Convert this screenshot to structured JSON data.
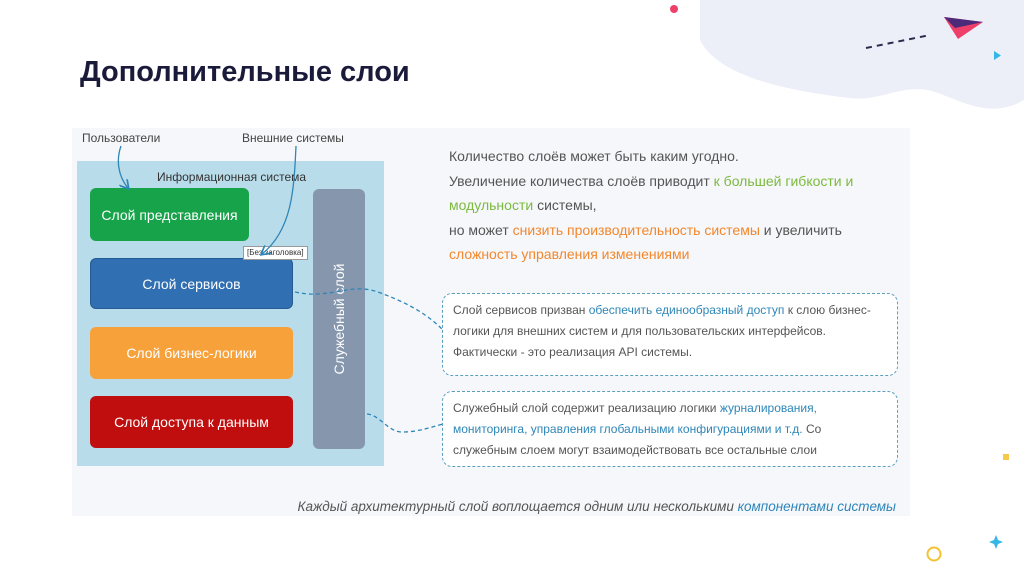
{
  "title": "Дополнительные слои",
  "diagram": {
    "labels": {
      "users": "Пользователи",
      "external_systems": "Внешние системы",
      "info_system": "Информационная система",
      "untitled_tag": "[Без заголовка]"
    },
    "layers": {
      "presentation": "Слой представления",
      "services": "Слой сервисов",
      "business_logic": "Слой бизнес-логики",
      "data_access": "Слой доступа к данным",
      "service_layer": "Служебный слой"
    },
    "colors": {
      "presentation": "#17a34a",
      "services": "#2f6fb2",
      "business_logic": "#f7a13b",
      "data_access": "#c00d0d",
      "service_layer": "#8596ad",
      "info_system_bg": "#b9dcea"
    }
  },
  "intro": {
    "line1": "Количество слоёв может быть каким угодно.",
    "p2_a": "Увеличение количества слоёв приводит ",
    "p2_green": "к большей гибкости и модульности",
    "p2_b": " системы,",
    "p3_a": "но может ",
    "p3_orange1": "снизить производительность системы",
    "p3_b": " и увеличить ",
    "p3_orange2": "сложность управления изменениями"
  },
  "note_services": {
    "a": "Слой сервисов призван ",
    "hl": "обеспечить единообразный доступ",
    "b": " к слою бизнес-логики для внешних систем и для пользовательских интерфейсов.",
    "line2": "Фактически  - это реализация API системы."
  },
  "note_service_layer": {
    "a": "Служебный слой содержит реализацию логики ",
    "hl": "журналирования, мониторинга, управления глобальными конфигурациями и т.д.",
    "b": " Со служебным слоем могут взаимодействовать все остальные слои"
  },
  "footer": {
    "a": "Каждый архитектурный слой воплощается одним или несколькими ",
    "hl": "компонентами системы"
  }
}
